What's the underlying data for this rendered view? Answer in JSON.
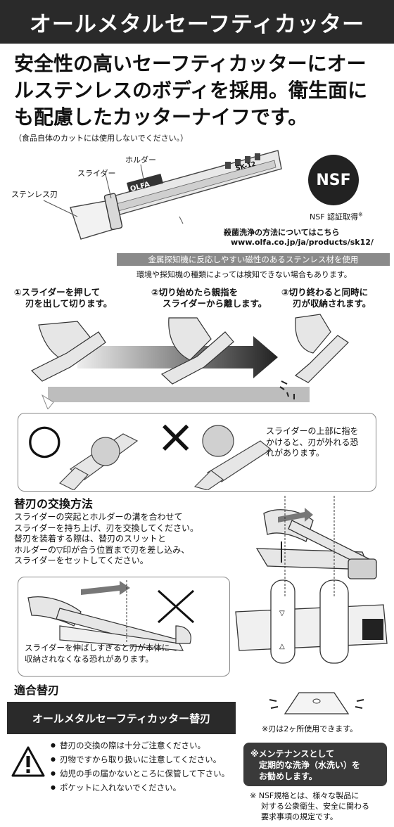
{
  "header": {
    "title": "オールメタルセーフティカッター"
  },
  "lead": {
    "line1": "安全性の高いセーフティカッターにオー",
    "line2": "ルステンレスのボディを採用。衛生面に",
    "line3": "も配慮したカッターナイフです。",
    "note": "（食品自体のカットには使用しないでください。）"
  },
  "parts": {
    "holder": "ホルダー",
    "slider": "スライダー",
    "blade": "ステンレス刃",
    "model": "SK-12"
  },
  "nsf": {
    "logo": "NSF",
    "caption": "NSF 認証取得",
    "mark": "※"
  },
  "cleaning": {
    "title": "殺菌洗浄の方法についてはこちら",
    "url": "www.olfa.co.jp/ja/products/sk12/"
  },
  "metal_bar": "金属探知機に反応しやすい磁性のあるステンレス材を使用",
  "metal_note": "環境や探知機の種類によっては検知できない場合もあります。",
  "steps": [
    {
      "line1": "①スライダーを押して",
      "line2": "刃を出して切ります。"
    },
    {
      "line1": "②切り始めたら親指を",
      "line2": "スライダーから離します。"
    },
    {
      "line1": "③切り終わると同時に",
      "line2": "刃が収納されます。"
    }
  ],
  "caution_box": {
    "ok_mark": "○",
    "ng_mark": "×",
    "line1": "スライダーの上部に指を",
    "line2": "かけると、刃が外れる恐",
    "line3": "れがあります。"
  },
  "replace": {
    "title": "替刃の交換方法",
    "line1": "スライダーの突起とホルダーの溝を合わせて",
    "line2": "スライダーを持ち上げ、刃を交換してください。",
    "line3": "替刃を装着する際は、替刃のスリットと",
    "line4": "ホルダーの▽印が合う位置まで刃を差し込み、",
    "line5": "スライダーをセットしてください。",
    "warn_line1": "スライダーを伸ばしすぎると刃が本体に",
    "warn_line2": "収納されなくなる恐れがあります。"
  },
  "compatible": {
    "title": "適合替刃",
    "product": "オールメタルセーフティカッター替刃",
    "note": "※刃は2ヶ所使用できます。"
  },
  "warnings": [
    "替刃の交換の際は十分ご注意ください。",
    "刃物ですから取り扱いに注意してください。",
    "幼児の手の届かないところに保管して下さい。",
    "ポケットに入れないでください。"
  ],
  "maintenance": {
    "line1": "※メンテナンスとして",
    "line2": "定期的な洗浄（水洗い）を",
    "line3": "お勧めします。"
  },
  "nsf_note": {
    "line1": "※ NSF規格とは、様々な製品に",
    "line2": "対する公衆衛生、安全に関わる",
    "line3": "要求事項の規定です。"
  }
}
